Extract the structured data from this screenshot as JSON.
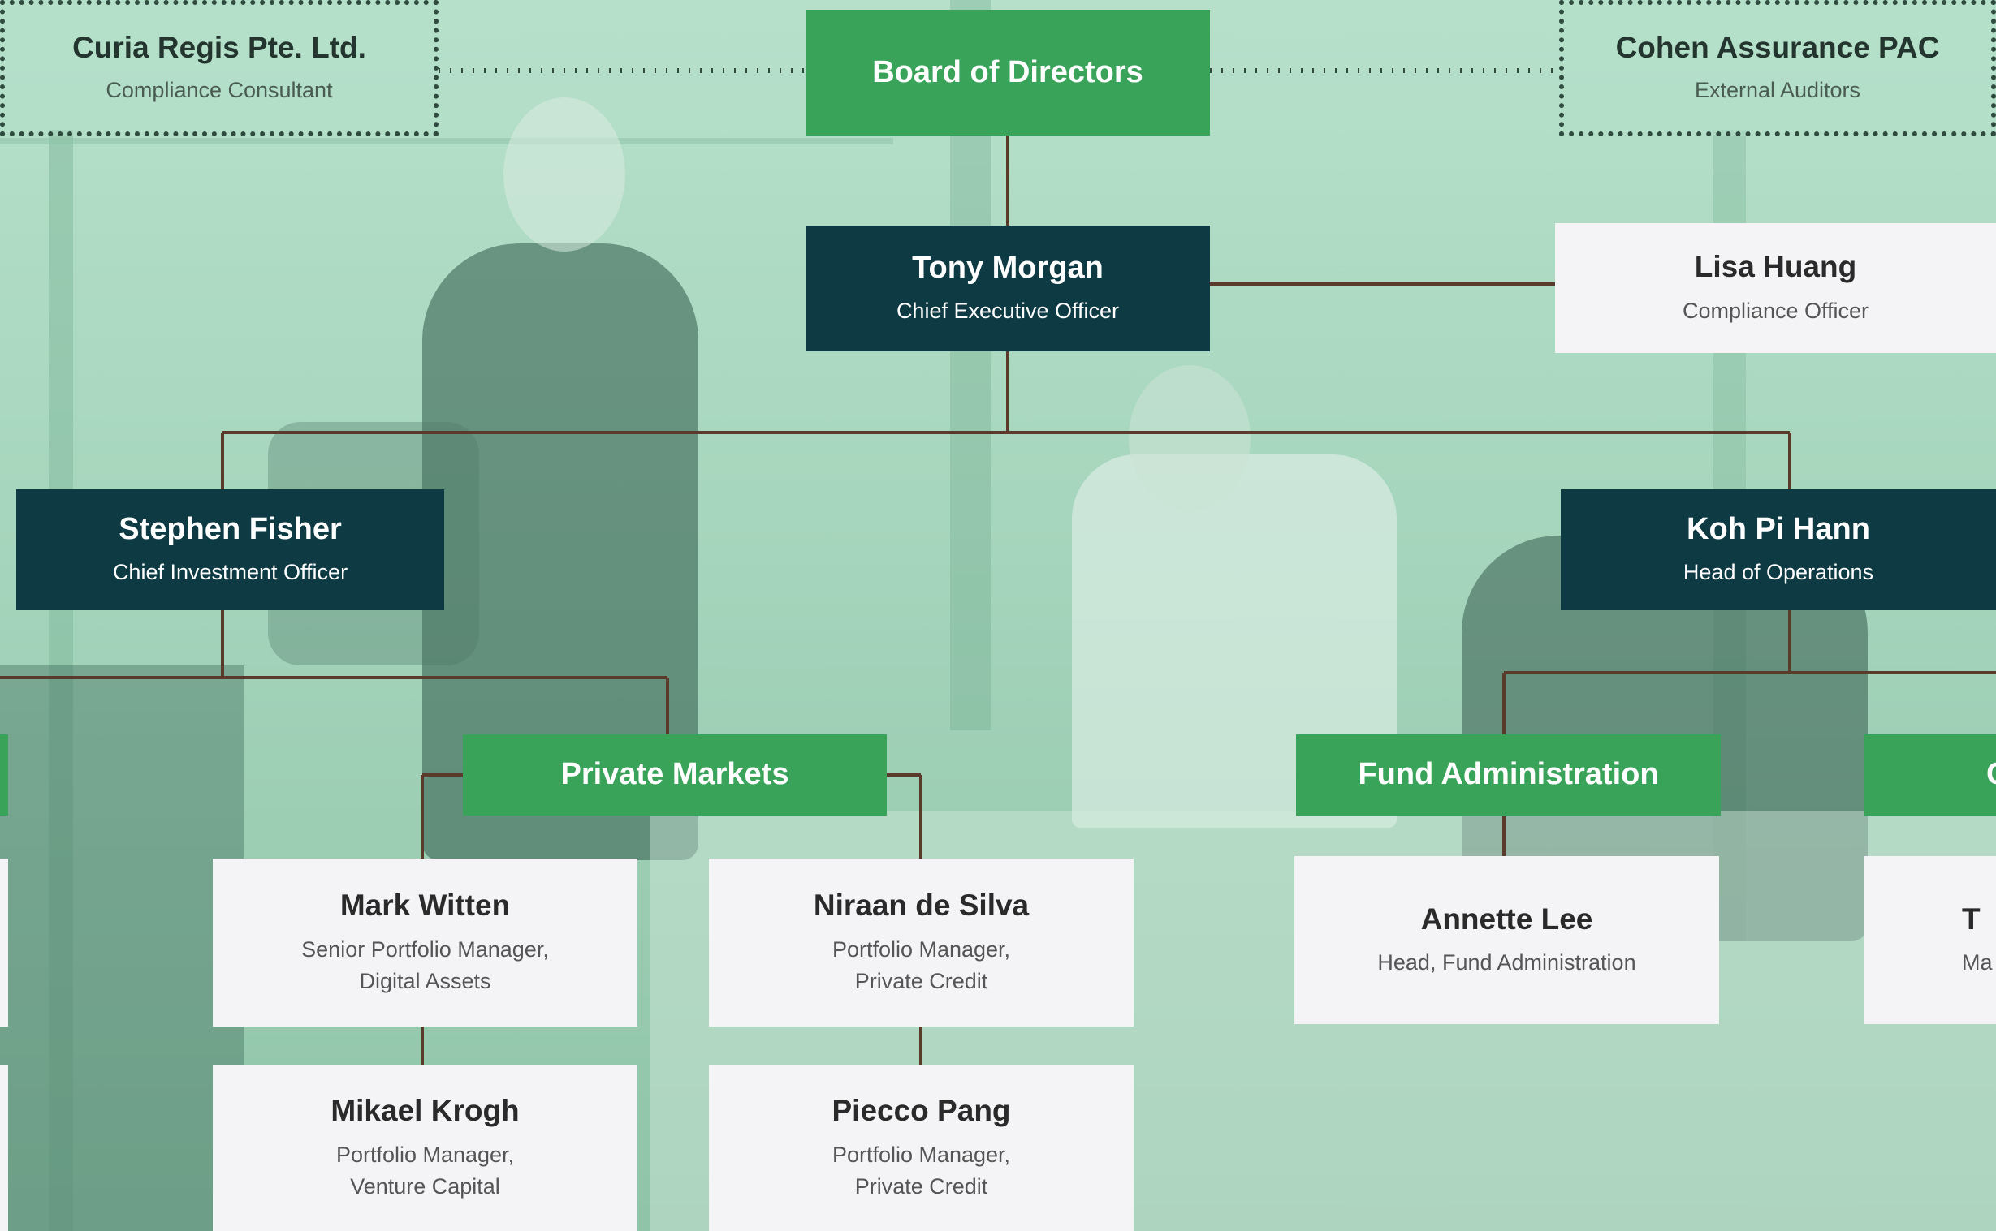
{
  "colors": {
    "green": "#3aa35a",
    "dark_teal": "#0e3a44",
    "card_white": "#f4f4f7",
    "connector": "#5a3a2a",
    "background_tint": "#a9d8c0"
  },
  "top_row": {
    "left_consultant": {
      "name": "Curia Regis Pte. Ltd.",
      "role": "Compliance Consultant"
    },
    "board": {
      "name": "Board of Directors"
    },
    "right_auditor": {
      "name": "Cohen Assurance PAC",
      "role": "External Auditors"
    }
  },
  "ceo": {
    "name": "Tony Morgan",
    "role": "Chief Executive Officer"
  },
  "compliance_officer": {
    "name": "Lisa Huang",
    "role": "Compliance Officer"
  },
  "cio": {
    "name": "Stephen Fisher",
    "role": "Chief Investment Officer"
  },
  "head_ops": {
    "name": "Koh Pi Hann",
    "role": "Head of Operations"
  },
  "departments": {
    "private_markets": "Private Markets",
    "fund_admin": "Fund Administration",
    "partial_right": "C"
  },
  "staff": {
    "mark_witten": {
      "name": "Mark Witten",
      "role_line1": "Senior Portfolio Manager,",
      "role_line2": "Digital Assets"
    },
    "niraan_de_silva": {
      "name": "Niraan de Silva",
      "role_line1": "Portfolio Manager,",
      "role_line2": "Private Credit"
    },
    "mikael_krogh": {
      "name": "Mikael Krogh",
      "role_line1": "Portfolio Manager,",
      "role_line2": "Venture Capital"
    },
    "piecco_pang": {
      "name": "Piecco Pang",
      "role_line1": "Portfolio Manager,",
      "role_line2": "Private Credit"
    },
    "annette_lee": {
      "name": "Annette Lee",
      "role": "Head, Fund Administration"
    },
    "partial_right": {
      "name": "T",
      "role": "Ma"
    }
  }
}
